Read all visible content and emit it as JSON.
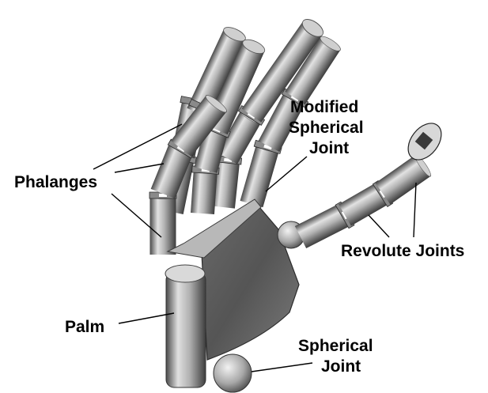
{
  "labels": {
    "phalanges": "Phalanges",
    "modified_spherical_joint": [
      "Modified",
      "Spherical",
      "Joint"
    ],
    "revolute_joints": "Revolute Joints",
    "palm": "Palm",
    "spherical_joint": [
      "Spherical",
      "Joint"
    ]
  },
  "colors": {
    "background": "#ffffff",
    "text": "#000000",
    "model_shade": "#9a9a9a"
  }
}
